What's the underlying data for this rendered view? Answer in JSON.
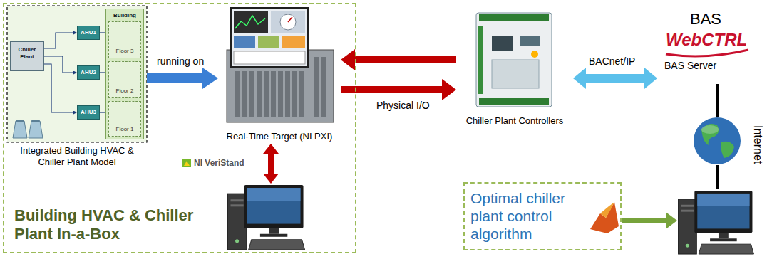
{
  "diagram": {
    "nodes": [
      {
        "text": [
          "Building HVAC & Chiller Plant In-a-Box"
        ]
      },
      {
        "text": [
          "Integrated Building HVAC & Chiller Plant Model"
        ],
        "in": 0
      },
      {
        "text": [
          "Chiller Plant"
        ],
        "in": 1
      },
      {
        "text": [
          "AHU1"
        ],
        "in": 1
      },
      {
        "text": [
          "AHU2"
        ],
        "in": 1
      },
      {
        "text": [
          "AHU3"
        ],
        "in": 1
      },
      {
        "text": [
          "Building"
        ],
        "in": 1
      },
      {
        "text": [
          "Floor 3"
        ],
        "in": 6
      },
      {
        "text": [
          "Floor 2"
        ],
        "in": 6
      },
      {
        "text": [
          "Floor 1"
        ],
        "in": 6
      },
      {
        "text": [
          "Real-Time Target (NI PXI)"
        ],
        "in": 0
      },
      {
        "text": [],
        "in": 0
      },
      {
        "text": [
          "Chiller Plant Controllers"
        ]
      },
      {
        "text": [
          "BAS",
          "WebCTRL",
          "BAS Server"
        ]
      },
      {
        "text": []
      },
      {
        "text": []
      },
      {
        "text": [
          "Optimal chiller plant control algorithm"
        ]
      }
    ],
    "edges": [
      {
        "from": 1,
        "to": 10,
        "arrow": "to",
        "label": "running on"
      },
      {
        "from": 10,
        "to": 11,
        "arrow": "both",
        "label": "NI VeriStand"
      },
      {
        "from": 12,
        "to": 10,
        "arrow": "to"
      },
      {
        "from": 10,
        "to": 12,
        "arrow": "to",
        "label": "Physical I/O"
      },
      {
        "from": 12,
        "to": 13,
        "arrow": "both",
        "label": "BACnet/IP"
      },
      {
        "from": 13,
        "to": 14,
        "arrow": "none"
      },
      {
        "from": 14,
        "to": 15,
        "arrow": "none"
      },
      {
        "from": 16,
        "to": 15,
        "arrow": "to"
      },
      {
        "from": 2,
        "to": 3,
        "arrow": "to"
      },
      {
        "from": 2,
        "to": 4,
        "arrow": "to"
      },
      {
        "from": 2,
        "to": 5,
        "arrow": "to"
      },
      {
        "from": 3,
        "to": 7,
        "arrow": "to"
      },
      {
        "from": 4,
        "to": 8,
        "arrow": "to"
      },
      {
        "from": 5,
        "to": 9,
        "arrow": "to"
      }
    ],
    "labels": [
      "Internet"
    ]
  }
}
